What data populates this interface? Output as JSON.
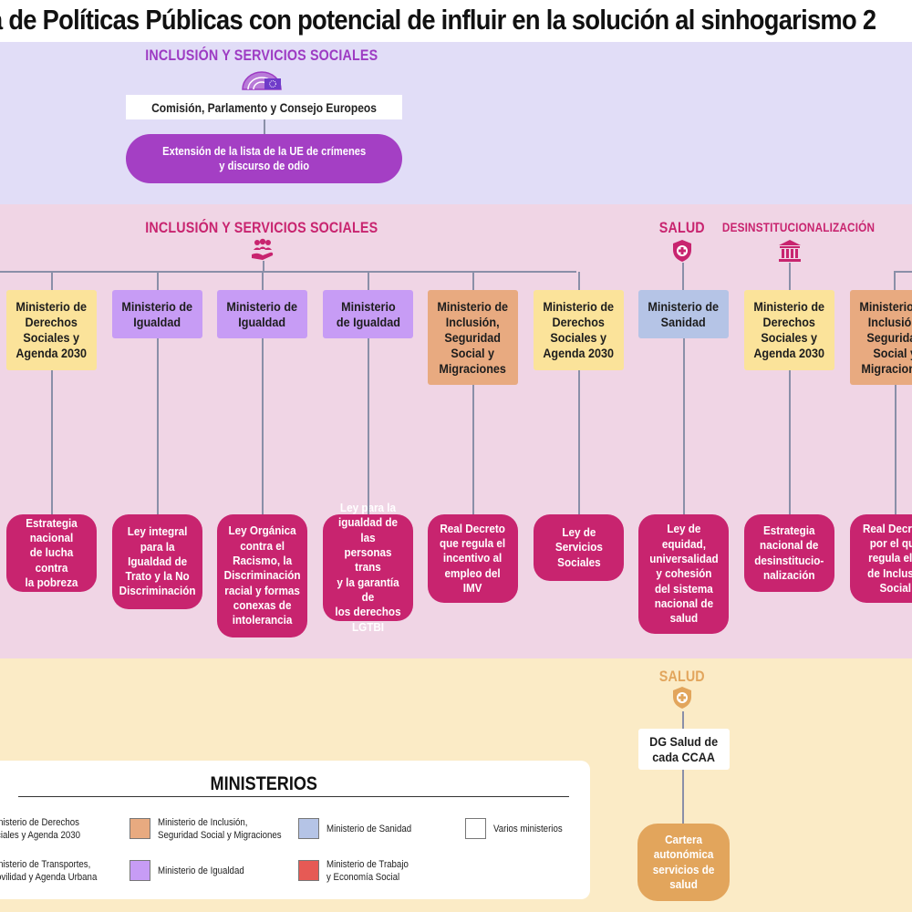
{
  "title": "a de Políticas Públicas con potencial de influir en la solución al sinhogarismo 2",
  "colors": {
    "eu_band": "#e1ddf7",
    "state_band": "#f0d5e5",
    "ccaa_band": "#fbebc6",
    "pill_magenta": "#c8246f",
    "pill_purple": "#a43fc4",
    "pill_ccaa": "#e2a55c",
    "derechos_sociales": "#fbe39a",
    "igualdad": "#c79cf5",
    "inclusion": "#e8aa80",
    "sanidad": "#b5c4e6",
    "transportes": "#fbe39a",
    "trabajo": "#e65a55",
    "varios": "#ffffff"
  },
  "eu": {
    "section_label": "INCLUSIÓN Y SERVICIOS SOCIALES",
    "icon": "eu-parliament-icon",
    "body": "Comisión, Parlamento y Consejo Europeos",
    "policy_line1": "Extensión de la lista de la UE de crímenes",
    "policy_line2": "y discurso de odio"
  },
  "state": {
    "labels": {
      "inclusion": "INCLUSIÓN Y SERVICIOS SOCIALES",
      "salud": "SALUD",
      "desinst": "DESINSTITUCIONALIZACIÓN"
    },
    "columns": [
      {
        "ministry": [
          "Ministerio de",
          "Derechos",
          "Sociales y",
          "Agenda 2030"
        ],
        "type": "derechos_sociales",
        "policy": [
          "Estrategia",
          "nacional",
          "de lucha contra",
          "la pobreza"
        ]
      },
      {
        "ministry": [
          "Ministerio de",
          "Igualdad"
        ],
        "type": "igualdad",
        "policy": [
          "Ley integral",
          "para la",
          "Igualdad de",
          "Trato y la No",
          "Discriminación"
        ]
      },
      {
        "ministry": [
          "Ministerio de",
          "Igualdad"
        ],
        "type": "igualdad",
        "policy": [
          "Ley Orgánica",
          "contra el",
          "Racismo, la",
          "Discriminación",
          "racial y formas",
          "conexas de",
          "intolerancia"
        ]
      },
      {
        "ministry": [
          "Ministerio",
          "de Igualdad"
        ],
        "type": "igualdad",
        "policy": [
          "Ley para la",
          "igualdad de las",
          "personas trans",
          "y la garantía de",
          "los derechos",
          "LGTBI"
        ]
      },
      {
        "ministry": [
          "Ministerio de",
          "Inclusión,",
          "Seguridad",
          "Social y",
          "Migraciones"
        ],
        "type": "inclusion",
        "policy": [
          "Real Decreto",
          "que regula el",
          "incentivo al",
          "empleo del",
          "IMV"
        ]
      },
      {
        "ministry": [
          "Ministerio de",
          "Derechos",
          "Sociales y",
          "Agenda 2030"
        ],
        "type": "derechos_sociales",
        "policy": [
          "Ley de",
          "Servicios",
          "Sociales"
        ]
      },
      {
        "ministry": [
          "Ministerio de",
          "Sanidad"
        ],
        "type": "sanidad",
        "policy": [
          "Ley de",
          "equidad,",
          "universalidad",
          "y cohesión",
          "del sistema",
          "nacional de",
          "salud"
        ]
      },
      {
        "ministry": [
          "Ministerio de",
          "Derechos",
          "Sociales y",
          "Agenda 2030"
        ],
        "type": "derechos_sociales",
        "policy": [
          "Estrategia",
          "nacional de",
          "desinstitucio-",
          "nalización"
        ]
      },
      {
        "ministry": [
          "Ministerio de",
          "Inclusión,",
          "Seguridad",
          "Social y",
          "Migraciones"
        ],
        "type": "inclusion",
        "policy": [
          "Real Decreto",
          "por el que",
          "regula el S",
          "de Inclusió",
          "Social"
        ]
      }
    ]
  },
  "ccaa": {
    "section_label": "SALUD",
    "body": [
      "DG Salud de",
      "cada CCAA"
    ],
    "policy": [
      "Cartera",
      "autonómica",
      "servicios de",
      "salud"
    ]
  },
  "legend": {
    "title": "MINISTERIOS",
    "items": [
      {
        "text": [
          "inisterio de Derechos",
          "ciales y Agenda 2030"
        ],
        "color_key": "derechos_sociales",
        "clipped": true
      },
      {
        "text": [
          "Ministerio de Inclusión,",
          "Seguridad Social y Migraciones"
        ],
        "color_key": "inclusion"
      },
      {
        "text": [
          "Ministerio de Sanidad"
        ],
        "color_key": "sanidad"
      },
      {
        "text": [
          "Varios ministerios"
        ],
        "color_key": "varios"
      },
      {
        "text": [
          "inisterio de Transportes,",
          "ovilidad y Agenda Urbana"
        ],
        "color_key": "transportes",
        "clipped": true
      },
      {
        "text": [
          "Ministerio de Igualdad"
        ],
        "color_key": "igualdad"
      },
      {
        "text": [
          "Ministerio de Trabajo",
          "y Economía Social"
        ],
        "color_key": "trabajo"
      }
    ]
  }
}
